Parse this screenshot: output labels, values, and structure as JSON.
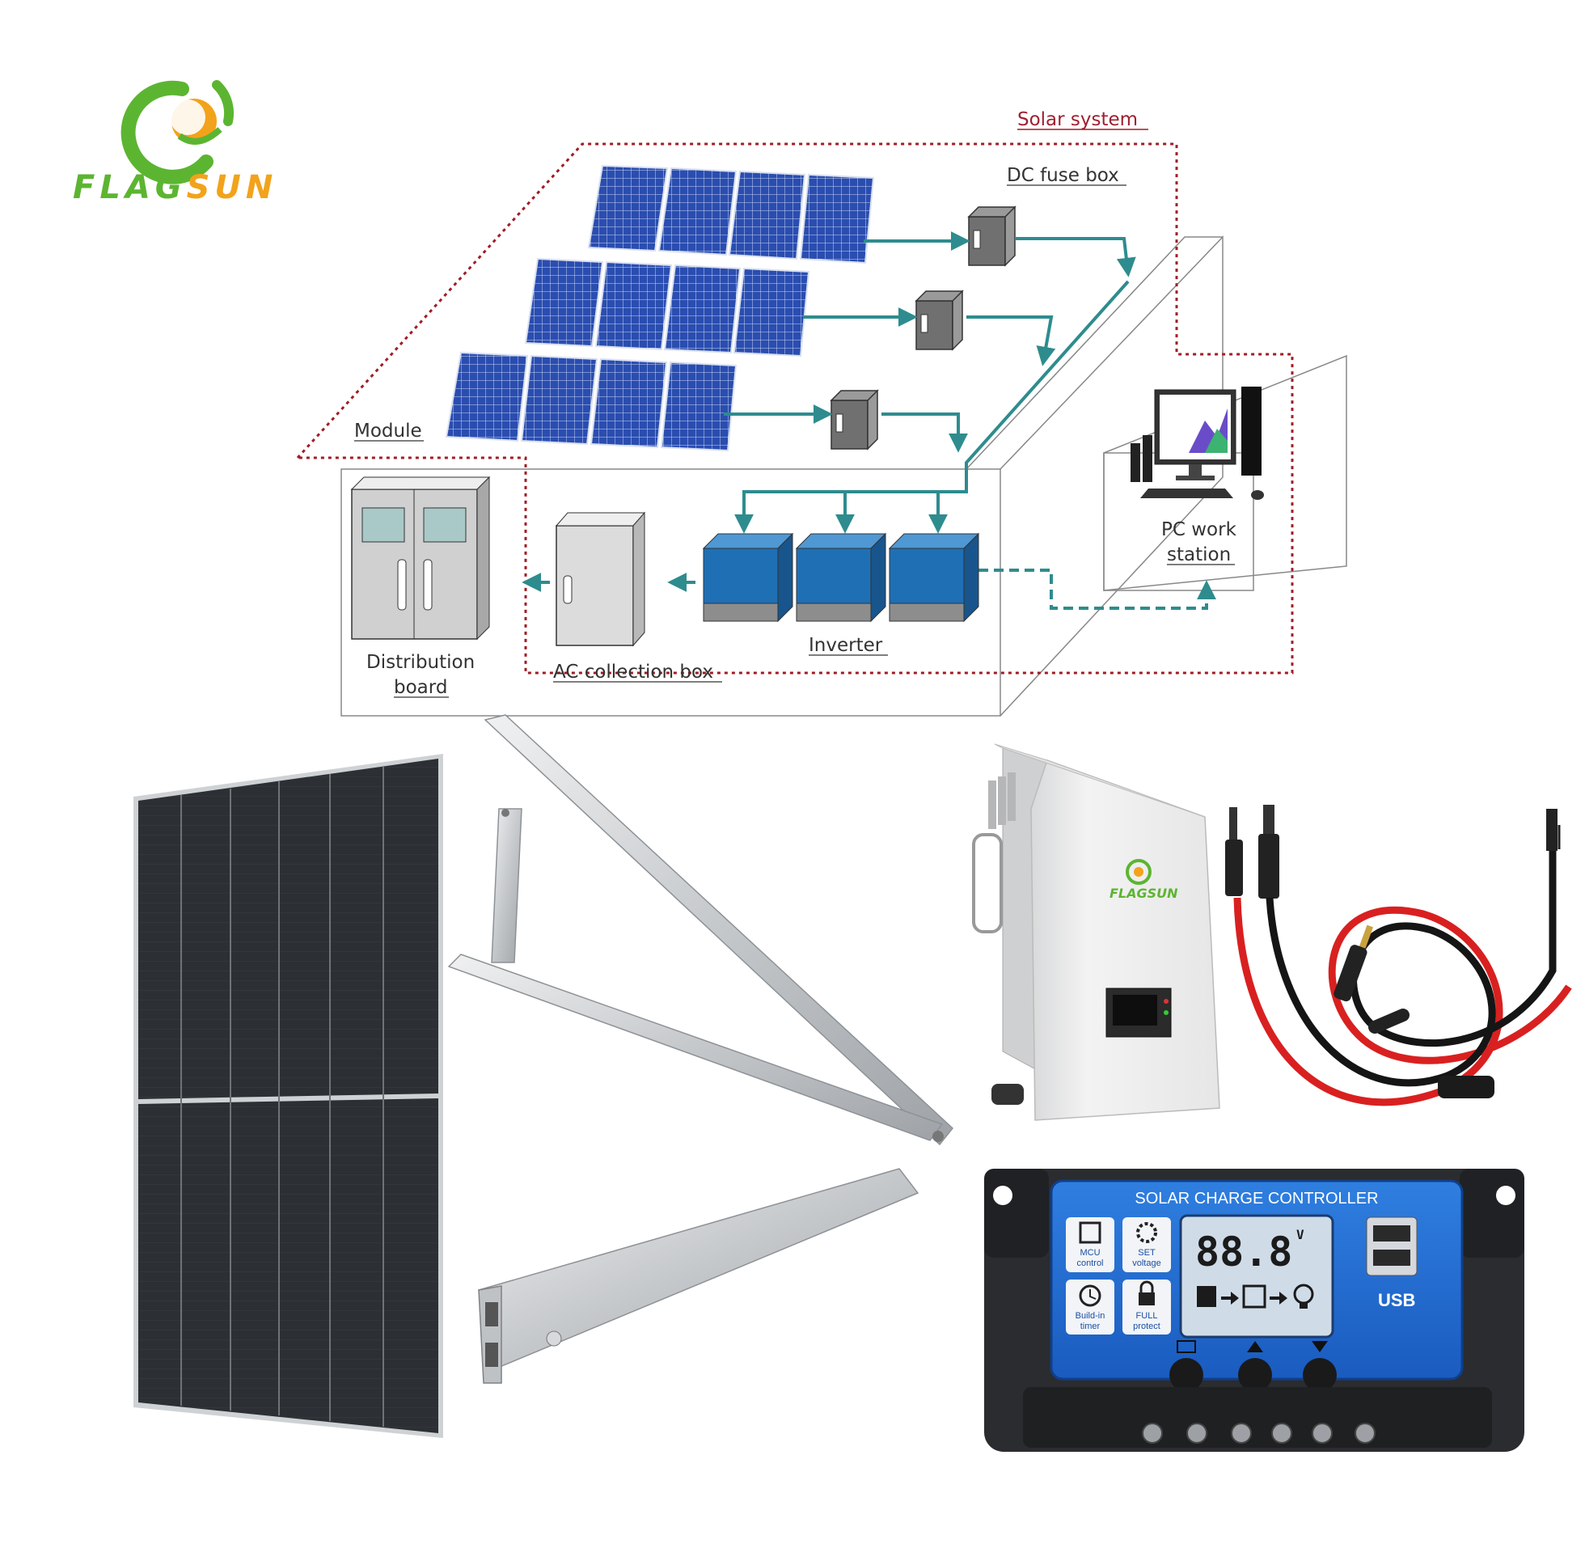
{
  "brand": {
    "name": "FLAGSUN",
    "colors": {
      "green": "#5cb531",
      "orange": "#f2a31b",
      "teal": "#2e8c8e",
      "red_boundary": "#a01c25"
    }
  },
  "diagram": {
    "boundary_label": "Solar system",
    "labels": {
      "module": "Module",
      "dc_fuse_box": "DC fuse box",
      "pc_work_station_line1": "PC work",
      "pc_work_station_line2": "station",
      "inverter": "Inverter",
      "distribution_board_line1": "Distribution",
      "distribution_board_line2": "board",
      "ac_collection_box": "AC collection box"
    }
  },
  "products": {
    "panel": "solar-panel",
    "bracket": "triangle-mounting-bracket",
    "rail": "aluminium-mounting-rail",
    "inverter_brand": "FLAGSUN",
    "cable": "mc4-solar-cable",
    "controller": {
      "title": "SOLAR CHARGE CONTROLLER",
      "lcd_value": "88.8",
      "lcd_unit": "V",
      "features": [
        {
          "line1": "MCU",
          "line2": "control"
        },
        {
          "line1": "SET",
          "line2": "voltage"
        },
        {
          "line1": "Build-in",
          "line2": "timer"
        },
        {
          "line1": "FULL",
          "line2": "protect"
        }
      ],
      "usb_label": "USB"
    }
  }
}
